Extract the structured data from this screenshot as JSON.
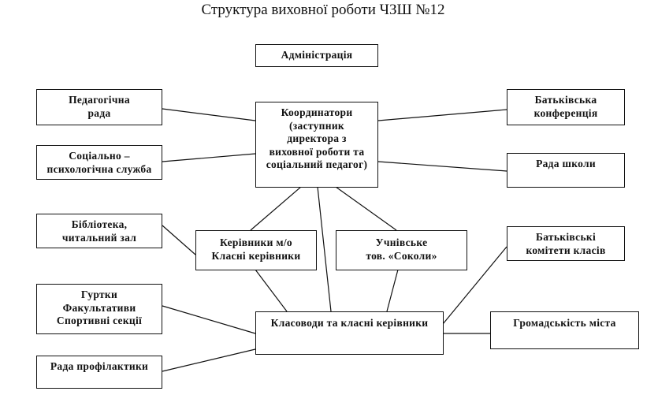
{
  "title": "Структура виховної роботи ЧЗШ №12",
  "nodes": {
    "admin": [
      "Адміністрація"
    ],
    "coordinators": [
      "Координатори",
      "(заступник",
      "директора з",
      "виховної роботи та",
      "соціальний педагог)"
    ],
    "ped_rada": [
      "Педагогічна",
      "рада"
    ],
    "social": [
      "Соціально –",
      "психологічна служба"
    ],
    "library": [
      "Бібліотека,",
      "читальний зал"
    ],
    "gurtky": [
      "Гуртки",
      "Факультативи",
      "Спортивні секції"
    ],
    "profilaktyka": [
      "Рада профілактики"
    ],
    "kerivnyky": [
      "Керівники м/о",
      "Класні керівники"
    ],
    "uchnivske": [
      "Учнівське",
      "тов. «Соколи»"
    ],
    "klasovody": [
      "Класоводи та класні керівники"
    ],
    "bat_conf": [
      "Батьківська",
      "конференція"
    ],
    "rada_shkoly": [
      "Рада школи"
    ],
    "bat_komitety": [
      "Батьківські",
      "комітети класів"
    ],
    "gromadskist": [
      "Громадськість міста"
    ]
  }
}
